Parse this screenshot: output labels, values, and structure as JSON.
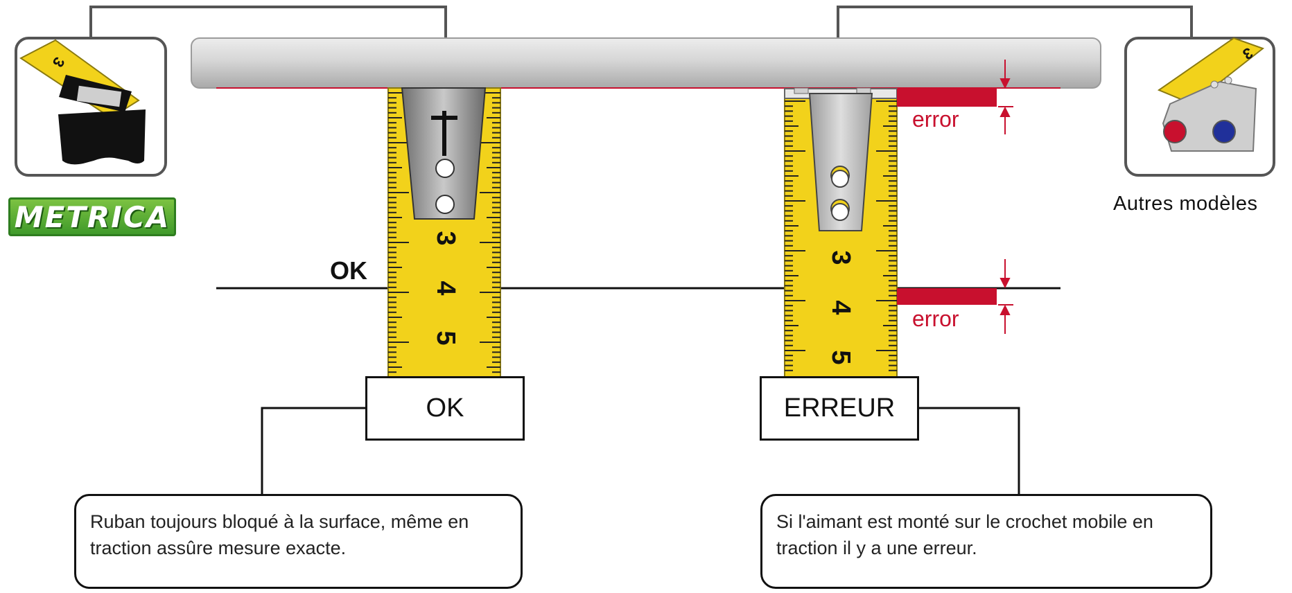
{
  "brand": {
    "logo_text": "METRICA"
  },
  "left_panel": {
    "side_label": "OK",
    "box_label": "OK",
    "description": "Ruban toujours bloqué à la surface, même en traction assûre mesure exacte.",
    "tape_numbers": [
      "3",
      "4",
      "5"
    ]
  },
  "right_panel": {
    "box_label": "ERREUR",
    "error_labels": [
      "error",
      "error"
    ],
    "description": "Si l'aimant est monté sur le crochet mobile en traction il y a une erreur.",
    "tape_numbers": [
      "3",
      "4",
      "5"
    ]
  },
  "other_models_label": "Autres modèles",
  "inset_tape_number": "3",
  "colors": {
    "tape_yellow": "#f2d21b",
    "error_red": "#c8102e",
    "brand_green": "#4caf2f",
    "bar_gray": "#d2d2d2",
    "arrow_gray": "#555555"
  }
}
